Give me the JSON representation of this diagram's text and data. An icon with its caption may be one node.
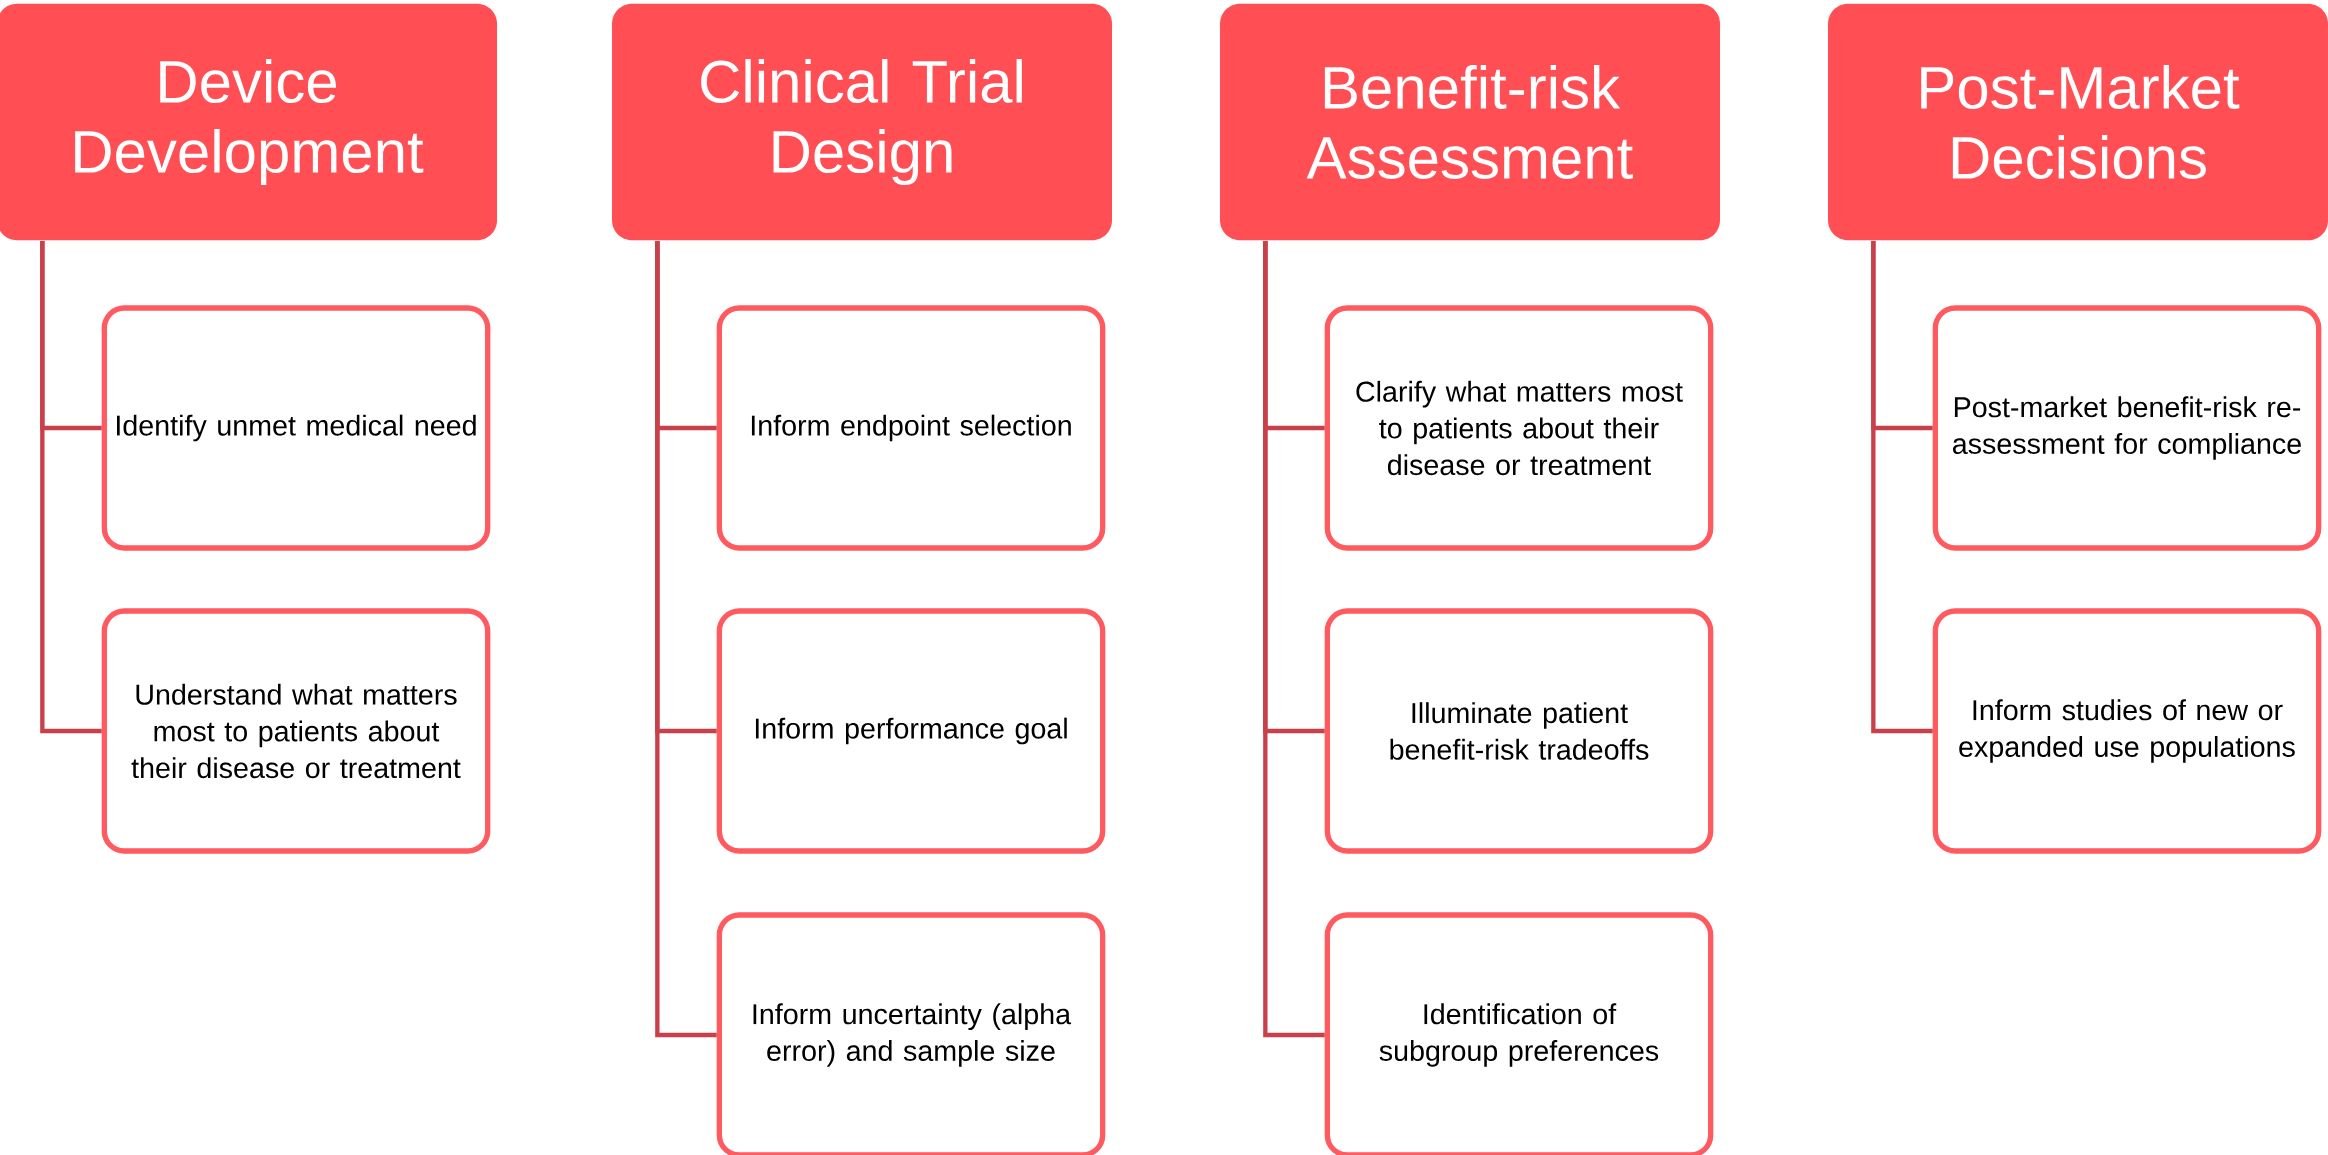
{
  "diagram": {
    "nodes": [
      {
        "text": [
          "Device Development"
        ]
      },
      {
        "text": [
          "Identify unmet medical need"
        ]
      },
      {
        "text": [
          "Understand what matters most to patients about their disease or treatment"
        ]
      },
      {
        "text": [
          "Clinical Trial Design"
        ]
      },
      {
        "text": [
          "Inform endpoint selection"
        ]
      },
      {
        "text": [
          "Inform performance goal"
        ]
      },
      {
        "text": [
          "Inform uncertainty (alpha error) and sample size"
        ]
      },
      {
        "text": [
          "Benefit-risk Assessment"
        ]
      },
      {
        "text": [
          "Clarify what matters most to patients about their disease or treatment"
        ]
      },
      {
        "text": [
          "Illuminate patient benefit-risk tradeoffs"
        ]
      },
      {
        "text": [
          "Identification of subgroup preferences"
        ]
      },
      {
        "text": [
          "Post-Market Decisions"
        ]
      },
      {
        "text": [
          "Post-market benefit-risk re-assessment for compliance"
        ]
      },
      {
        "text": [
          "Inform studies of new or expanded use populations"
        ]
      }
    ],
    "edges": [
      {
        "from": 0,
        "to": 1,
        "arrow": "none"
      },
      {
        "from": 0,
        "to": 2,
        "arrow": "none"
      },
      {
        "from": 3,
        "to": 4,
        "arrow": "none"
      },
      {
        "from": 3,
        "to": 5,
        "arrow": "none"
      },
      {
        "from": 3,
        "to": 6,
        "arrow": "none"
      },
      {
        "from": 7,
        "to": 8,
        "arrow": "none"
      },
      {
        "from": 7,
        "to": 9,
        "arrow": "none"
      },
      {
        "from": 7,
        "to": 10,
        "arrow": "none"
      },
      {
        "from": 11,
        "to": 12,
        "arrow": "none"
      },
      {
        "from": 11,
        "to": 13,
        "arrow": "none"
      }
    ]
  }
}
